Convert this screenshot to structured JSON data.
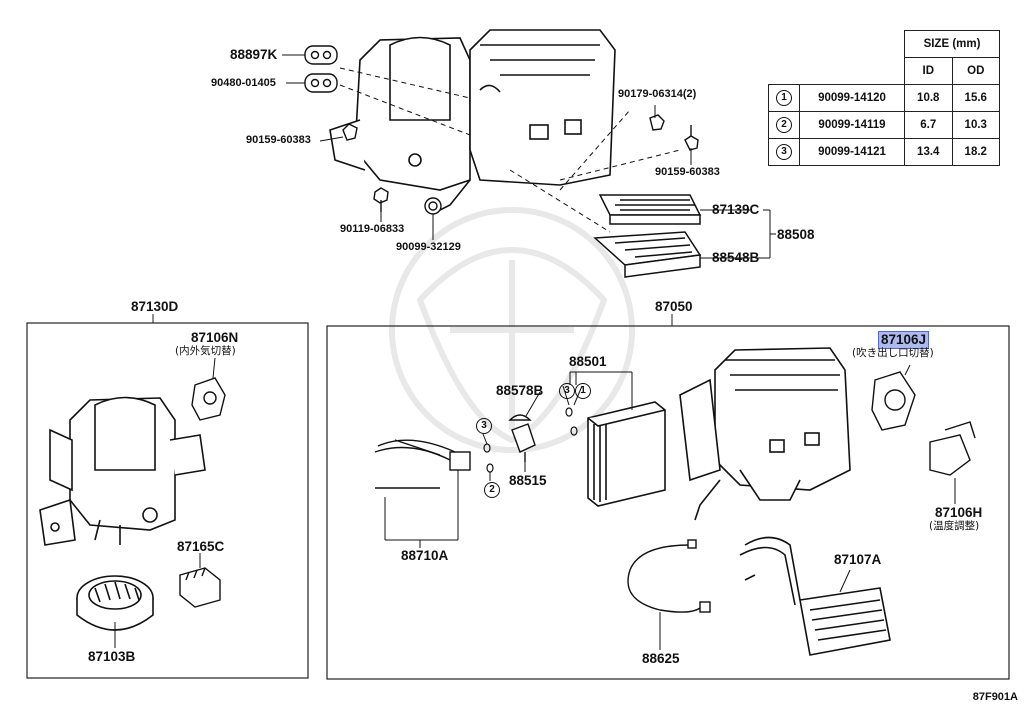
{
  "labels": {
    "p88897K": "88897K",
    "p90480": "90480-01405",
    "p90159a": "90159-60383",
    "p90119": "90119-06833",
    "p90099_32129": "90099-32129",
    "p90179": "90179-06314(2)",
    "p90159b": "90159-60383",
    "p87139C": "87139C",
    "p88548B": "88548B",
    "p88508": "88508",
    "p87130D": "87130D",
    "p87050": "87050",
    "p87106N": "87106N",
    "p87106N_jp": "(内外気切替)",
    "p87165C": "87165C",
    "p87103B": "87103B",
    "p88501": "88501",
    "p88578B": "88578B",
    "p88515": "88515",
    "p88710A": "88710A",
    "p88625": "88625",
    "p87107A": "87107A",
    "p87106J": "87106J",
    "p87106J_jp": "(吹き出し口切替)",
    "p87106H": "87106H",
    "p87106H_jp": "(温度調整)",
    "c3a": "3",
    "c1a": "1",
    "c3b": "3",
    "c2b": "2"
  },
  "size_table": {
    "header": "SIZE (mm)",
    "col_id": "ID",
    "col_od": "OD",
    "rows": [
      {
        "no": "1",
        "part": "90099-14120",
        "id": "10.8",
        "od": "15.6"
      },
      {
        "no": "2",
        "part": "90099-14119",
        "id": "6.7",
        "od": "10.3"
      },
      {
        "no": "3",
        "part": "90099-14121",
        "id": "13.4",
        "od": "18.2"
      }
    ]
  },
  "figure_code": "87F901A",
  "colors": {
    "line": "#111111",
    "highlight": "#aeb9f0",
    "watermark": "#e6e6e6"
  }
}
